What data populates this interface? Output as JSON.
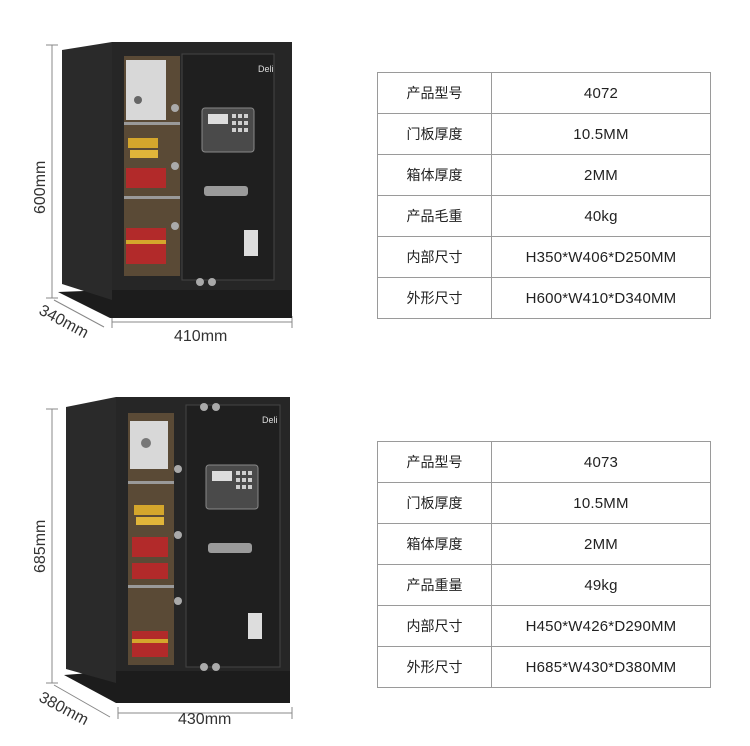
{
  "products": [
    {
      "dimensions": {
        "height": "600mm",
        "depth": "340mm",
        "width": "410mm"
      },
      "brand_mark": "Deli",
      "specs": [
        {
          "label": "产品型号",
          "value": "4072"
        },
        {
          "label": "门板厚度",
          "value": "10.5MM"
        },
        {
          "label": "箱体厚度",
          "value": "2MM"
        },
        {
          "label": "产品毛重",
          "value": "40kg"
        },
        {
          "label": "内部尺寸",
          "value": "H350*W406*D250MM"
        },
        {
          "label": "外形尺寸",
          "value": "H600*W410*D340MM"
        }
      ]
    },
    {
      "dimensions": {
        "height": "685mm",
        "depth": "380mm",
        "width": "430mm"
      },
      "brand_mark": "Deli",
      "specs": [
        {
          "label": "产品型号",
          "value": "4073"
        },
        {
          "label": "门板厚度",
          "value": "10.5MM"
        },
        {
          "label": "箱体厚度",
          "value": "2MM"
        },
        {
          "label": "产品重量",
          "value": "49kg"
        },
        {
          "label": "内部尺寸",
          "value": "H450*W426*D290MM"
        },
        {
          "label": "外形尺寸",
          "value": "H685*W430*D380MM"
        }
      ]
    }
  ]
}
